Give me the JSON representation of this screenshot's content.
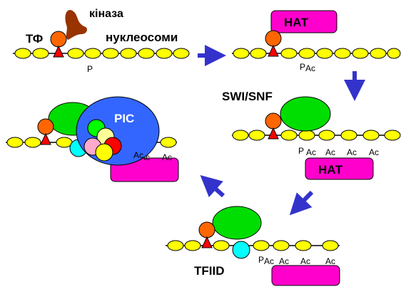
{
  "labels": {
    "tf": "ТФ",
    "kinase": "кіназа",
    "nucleosomes": "нуклеосоми",
    "hat": "НАТ",
    "swi_snf": "SWI/SNF",
    "pic": "PIC",
    "tfiid": "TFIID",
    "p": "P",
    "ac": "Ac"
  },
  "colors": {
    "nucleosome": "#ffff00",
    "dna_line": "#000000",
    "tf": "#ff6600",
    "tata": "#ff0000",
    "kinase": "#993300",
    "hat": "#ff00cc",
    "swi_snf": "#00dd00",
    "pic": "#3366ff",
    "tfiid": "#00ffff",
    "arrow": "#3333cc"
  }
}
